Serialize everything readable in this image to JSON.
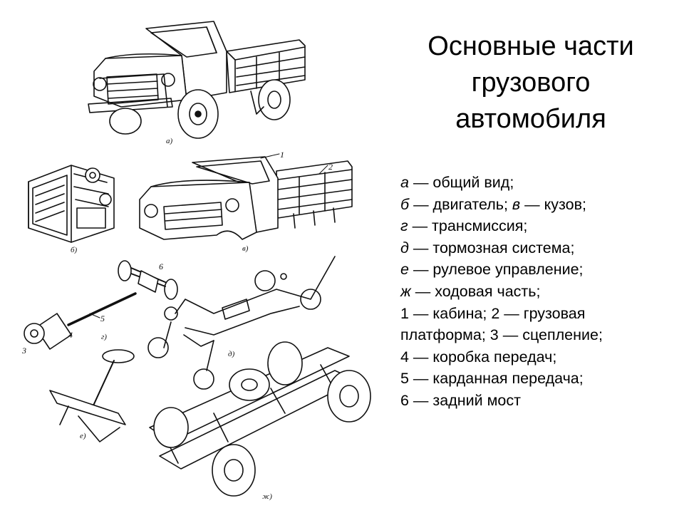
{
  "title_lines": [
    "Основные части",
    "грузового",
    "автомобиля"
  ],
  "legend": [
    {
      "parts": [
        {
          "letter": "а",
          "text": " — общий вид;"
        }
      ]
    },
    {
      "parts": [
        {
          "letter": "б",
          "text": " — двигатель; "
        },
        {
          "letter": "в",
          "text": " — кузов;"
        }
      ]
    },
    {
      "parts": [
        {
          "letter": "г",
          "text": " — трансмиссия;"
        }
      ]
    },
    {
      "parts": [
        {
          "letter": "д",
          "text": " — тормозная система;"
        }
      ]
    },
    {
      "parts": [
        {
          "letter": "е",
          "text": " — рулевое управление;"
        }
      ]
    },
    {
      "parts": [
        {
          "letter": "ж",
          "text": " — ходовая часть;"
        }
      ]
    },
    {
      "parts": [
        {
          "letter": "",
          "text": "1 — кабина; 2 — грузовая"
        }
      ]
    },
    {
      "parts": [
        {
          "letter": "",
          "text": "платформа; 3 — сцепление;"
        }
      ]
    },
    {
      "parts": [
        {
          "letter": "",
          "text": "4 — коробка передач;"
        }
      ]
    },
    {
      "parts": [
        {
          "letter": "",
          "text": "5 — карданная передача;"
        }
      ]
    },
    {
      "parts": [
        {
          "letter": "",
          "text": "6 — задний мост"
        }
      ]
    }
  ],
  "figure_labels": {
    "a": "а)",
    "b": "б)",
    "v": "в)",
    "g": "г)",
    "d": "д)",
    "e": "е)",
    "zh": "ж)",
    "n1": "1",
    "n2": "2",
    "n3": "3",
    "n4": "4",
    "n5": "5",
    "n6": "6"
  }
}
